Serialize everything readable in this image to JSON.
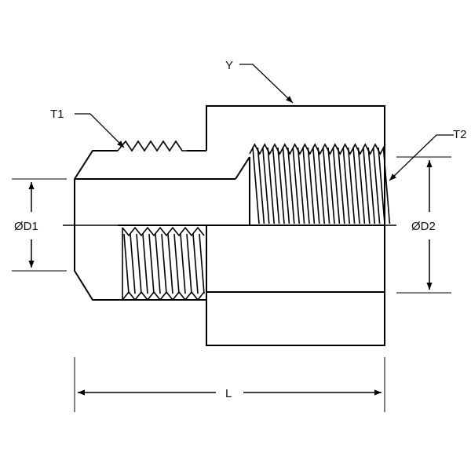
{
  "drawing": {
    "title": "",
    "labels": {
      "t1": "T1",
      "t2": "T2",
      "y": "Y",
      "d1": "ØD1",
      "d2": "ØD2",
      "l": "L"
    },
    "colors": {
      "line": "#000000",
      "background": "#ffffff"
    }
  }
}
